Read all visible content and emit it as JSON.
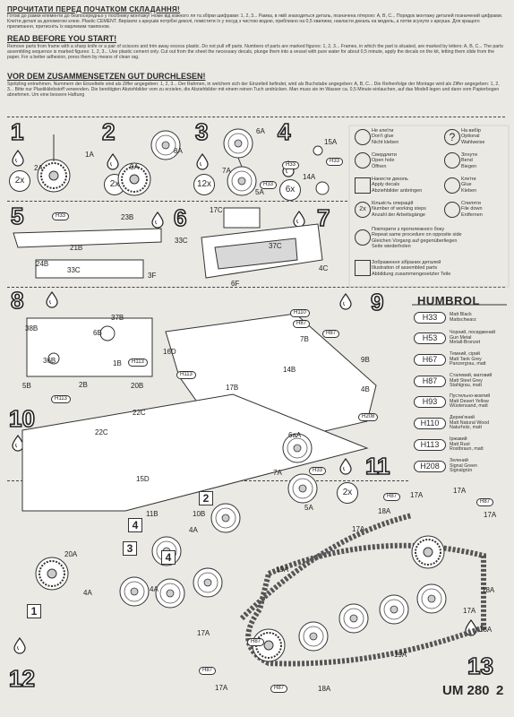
{
  "header": {
    "ua_title": "ПРОЧИТАТИ ПЕРЕД ПОЧАТКОМ СКЛАДАННЯ!",
    "ua_text": "Готові до рамки елементи до безпосередньо у посібнику монтажу! Номе від кожного ля та збірки шифрами: 1, 2, 3... Рамка, в якій знаходиться деталь, позначена літерою: A, B, C... Порядок монтажу деталей позначений цифрами. Клеїти деталі за допомогою клею. Plastic CEMENT. Вирізати з аркушів потрібні деколі, помістити їх у посуд з чистою водою, приблизно на 0,5 хвилини, накласти декаль на модель, а потім зсунути з аркуша. Для кращого прилипання, притисніть їх марлевим тампоном.",
    "en_title": "READ BEFORE YOU START!",
    "en_text": "Remove parts from frame with a sharp knife or a pair of scissors and trim away excess plastic. Do not pull off parts. Numbers of parts are marked figures: 1, 2, 3... Frames, in which the part is situated, are marked by letters: A, B, C... The parts assembling sequence is marked figures: 1, 2, 3... Use plastic cement only. Cut out from the sheet the necessary decals, plunge them into a vessel with pure water for about 0,5 minute, apply the decals on the kit, letting them slide from the paper. For a better adhesion, press them by means of clean rag.",
    "de_title": "VOR DEM ZUSAMMENSETZEN GUT DURCHLESEN!",
    "de_text": "Spritzling entnehmen. Nummern der Einzelteile sind als Ziffer angegeben: 1, 2, 3... Der Rahmen, in welchem sich der Einzelteil befindet, wird als Buchstabe angegeben: A, B, C... Die Reihenfolge der Montage wird als Ziffer angegeben: 1, 2, 3... Bitte nur Plastikklebstoff verwenden. Die benötigten Abziehbilder vom zu erzielen, die Abziehbilder mit einem reinen Tuch andrücken. Man muss sie im Wasser ca. 0,5 Minute einlauchen, auf das Modell legen und dann vom Papierbogen abnehmen. Um eine bessere Haftung"
  },
  "legend": [
    {
      "icon": "no-glue-icon",
      "text": "Не клеїти\nDon't glue\nNicht kleben"
    },
    {
      "icon": "optional-icon",
      "text": "На вибір\nOptional\nWahlweise"
    },
    {
      "icon": "drill-icon",
      "text": "Свердлити\nOpen hole\nÖffnen"
    },
    {
      "icon": "bend-icon",
      "text": "Зігнути\nBend\nBiegen"
    },
    {
      "icon": "decal-icon",
      "text": "Нанести деколь\nApply decals\nAbziehbilder anbringen"
    },
    {
      "icon": "glue-icon",
      "text": "Клеїти\nGlue\nKleben"
    },
    {
      "icon": "repeat-count-icon",
      "text": "Кількість операцій\nNumber of working steps\nAnzahl der Arbeitsgänge"
    },
    {
      "icon": "file-icon",
      "text": "Спиляти\nFile down\nEntfernen"
    },
    {
      "icon": "repeat-opposite-icon",
      "text": "Повторити з протилежного боку\nRepeat same procedure on opposite side\nGleichen Vorgang auf gegenüberliegen\nSeite wiederholen"
    },
    {
      "icon": "assembled-icon",
      "text": "Зображення зібраних деталей\nIllustration of assembled parts\nAbbildung zusammengesetzter Teile"
    }
  ],
  "humbrol": {
    "title": "HUMBROL",
    "colors": [
      {
        "code": "H33",
        "text": "Matt Black\nMattschwarz"
      },
      {
        "code": "H53",
        "text": "Чорний, посиджений\nGun Metal\nMetall-Bronzet"
      },
      {
        "code": "H67",
        "text": "Темний, сірий\nMatt Tank Grey\nPanzergrau, matt"
      },
      {
        "code": "H87",
        "text": "Сталевий, матовий\nMatt Steel Grey\nStahlgrau, matt"
      },
      {
        "code": "H93",
        "text": "Пустельно-жовтий\nMatt Desert Yellow\nWüstensand, matt"
      },
      {
        "code": "H110",
        "text": "Дерев'яний\nMatt Natural Wood\nNaturholz, matt"
      },
      {
        "code": "H113",
        "text": "Іржавий\nMatt Rust\nRostbraun, matt"
      },
      {
        "code": "H208",
        "text": "Зелений\nSignal Green\nSignalgrün"
      }
    ]
  },
  "steps": [
    "1",
    "2",
    "3",
    "4",
    "5",
    "6",
    "7",
    "8",
    "9",
    "10",
    "11",
    "12",
    "13"
  ],
  "multipliers": {
    "s1": "2x",
    "s2": "2x",
    "s3": "12x",
    "s4": "6x",
    "s11": "2x"
  },
  "parts": {
    "p1A": "1A",
    "p2A": "2A",
    "p9A": "9A",
    "p8A": "8A",
    "p6A": "6A",
    "p7A": "7A",
    "p5A": "5A",
    "p15A": "15A",
    "p14A": "14A",
    "p23B": "23B",
    "p21B": "21B",
    "p24B": "24B",
    "p33C": "33C",
    "p33C2": "33C",
    "p3F": "3F",
    "p17C": "17C",
    "p37C": "37C",
    "p6F": "6F",
    "p4C": "4C",
    "p38B": "38B",
    "p37B": "37B",
    "p6B": "6B",
    "p36B": "36B",
    "p1B": "1B",
    "p5B": "5B",
    "p2B": "2B",
    "p16D": "16D",
    "p7B": "7B",
    "p14B": "14B",
    "p9B": "9B",
    "p4B": "4B",
    "p20B": "20B",
    "p17B": "17B",
    "p22C": "22C",
    "p22C2": "22C",
    "p6aA": "6aA",
    "p7A2": "7A",
    "p5A2": "5A",
    "p15D": "15D",
    "p11B": "11B",
    "p10B": "10B",
    "p4A": "4A",
    "p20A": "20A",
    "p4A2": "4A",
    "p4A3": "4A",
    "p17A1": "17A",
    "p17A2": "17A",
    "p17A3": "17A",
    "p18A1": "18A",
    "p17A4": "17A",
    "p19A": "19A",
    "p18A2": "18A",
    "p17A5": "17A",
    "p18A3": "18A",
    "p19A2": "19A",
    "p17A6": "17A",
    "p17A7": "17A",
    "p18A4": "18A"
  },
  "paint_labels": {
    "h33a": "H33",
    "h33b": "H33",
    "h33c": "H33",
    "h33d": "H33",
    "h33e": "H33",
    "h110a": "H110",
    "h87a": "H87",
    "h87b": "H87",
    "h113a": "H113",
    "h113b": "H113",
    "h113c": "H113",
    "h208": "H208",
    "h87c": "H87",
    "h87d": "H87",
    "h87e": "H87",
    "h87f": "H87",
    "h87g": "H87"
  },
  "sub_steps": {
    "a": "2",
    "b": "4",
    "c": "3",
    "d": "4",
    "e": "1"
  },
  "footer": {
    "code": "UM 280",
    "page": "2"
  }
}
